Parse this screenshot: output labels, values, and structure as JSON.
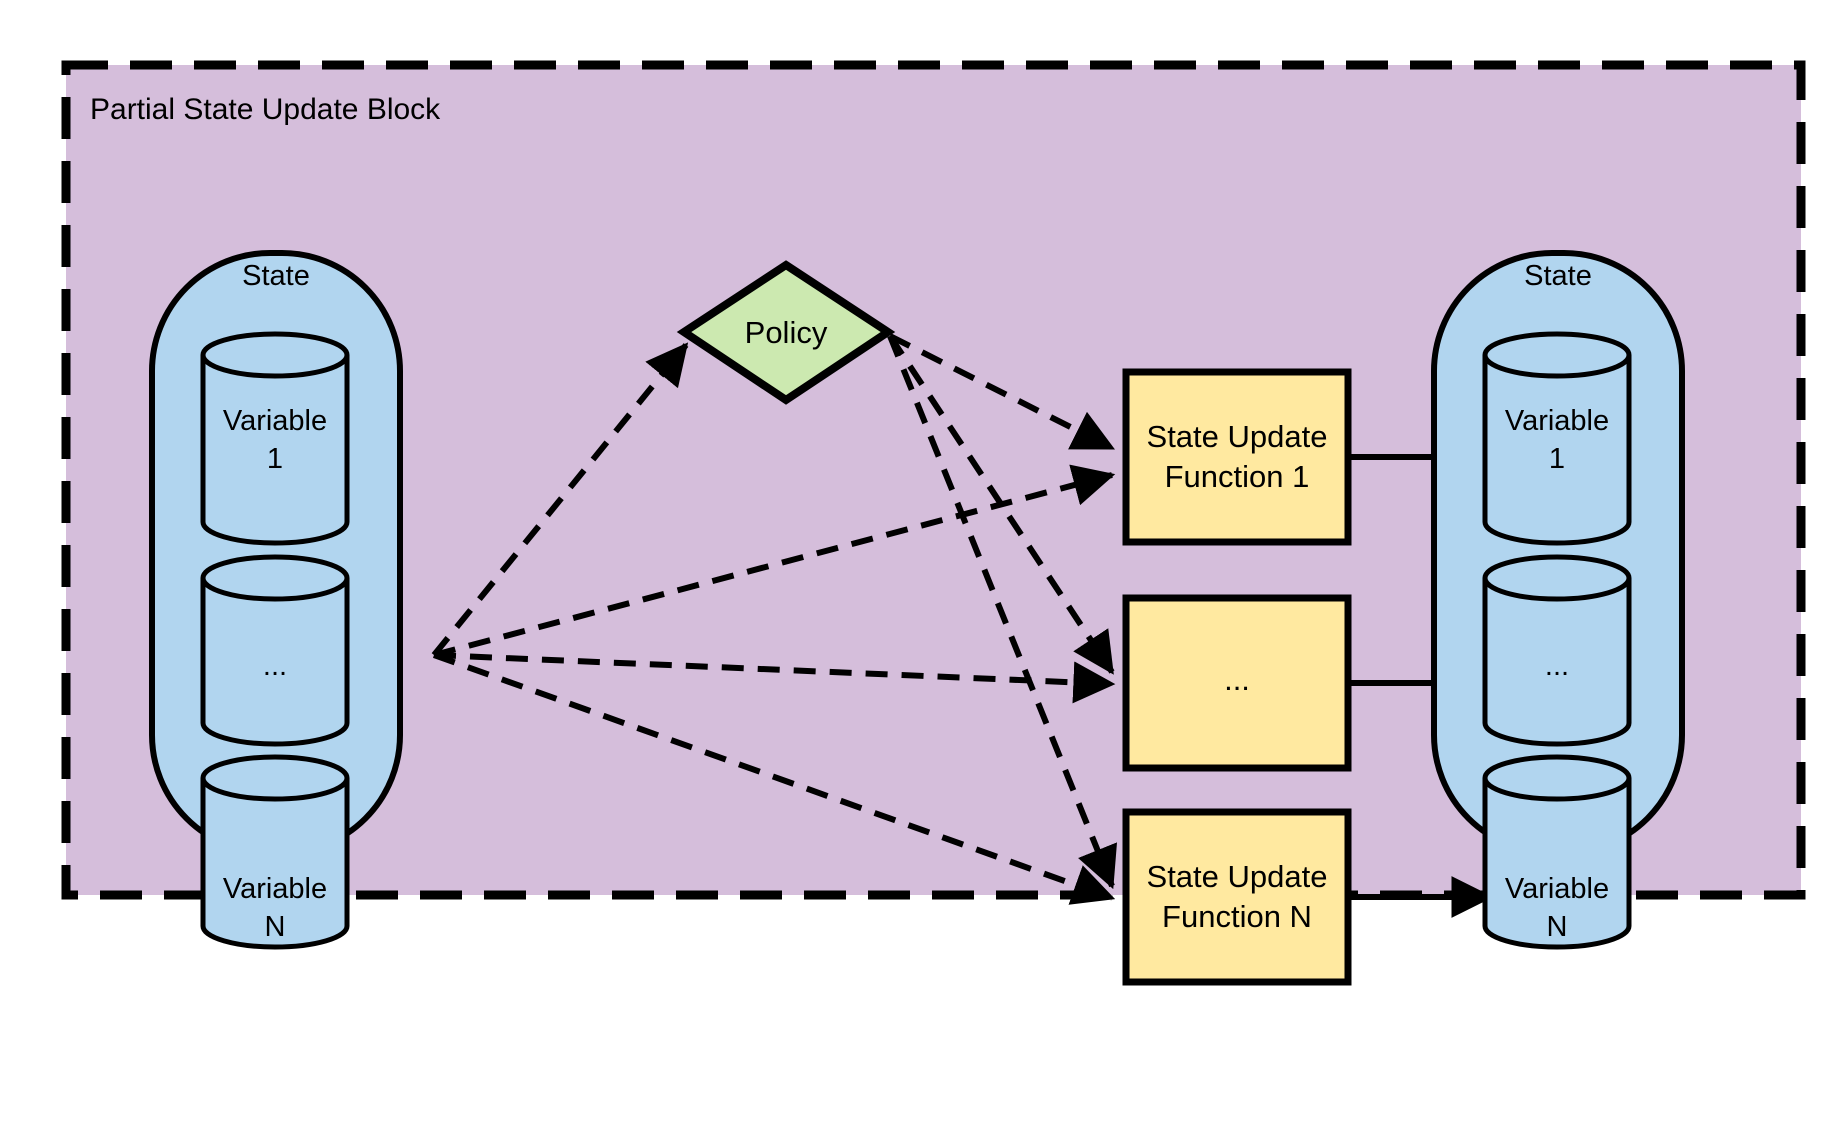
{
  "diagram": {
    "title": "Partial State Update Block",
    "colors": {
      "block_fill": "#d5bedb",
      "block_border": "#000000",
      "state_fill": "#b1d5ef",
      "state_border": "#000000",
      "variable_fill": "#b1d5ef",
      "variable_border": "#000000",
      "policy_fill": "#cce9b0",
      "policy_border": "#000000",
      "function_fill": "#ffe9a0",
      "function_border": "#000000",
      "edge": "#000000",
      "canvas": "#ffffff"
    },
    "input_state": {
      "label": "State",
      "variables": [
        {
          "line1": "Variable",
          "line2": "1"
        },
        {
          "line1": "...",
          "line2": ""
        },
        {
          "line1": "Variable",
          "line2": "N"
        }
      ]
    },
    "policy": {
      "label": "Policy",
      "shape": "diamond"
    },
    "functions": [
      {
        "line1": "State Update",
        "line2": "Function 1"
      },
      {
        "line1": "...",
        "line2": ""
      },
      {
        "line1": "State Update",
        "line2": "Function N"
      }
    ],
    "output_state": {
      "label": "State",
      "variables": [
        {
          "line1": "Variable",
          "line2": "1"
        },
        {
          "line1": "...",
          "line2": ""
        },
        {
          "line1": "Variable",
          "line2": "N"
        }
      ]
    },
    "edges": [
      {
        "from": "input-state",
        "to": "policy",
        "style": "dashed"
      },
      {
        "from": "input-state",
        "to": "state-update-function-1",
        "style": "dashed"
      },
      {
        "from": "input-state",
        "to": "state-update-function-ellipsis",
        "style": "dashed"
      },
      {
        "from": "input-state",
        "to": "state-update-function-n",
        "style": "dashed"
      },
      {
        "from": "policy",
        "to": "state-update-function-1",
        "style": "dashed"
      },
      {
        "from": "policy",
        "to": "state-update-function-ellipsis",
        "style": "dashed"
      },
      {
        "from": "policy",
        "to": "state-update-function-n",
        "style": "dashed"
      },
      {
        "from": "state-update-function-1",
        "to": "output-variable-1",
        "style": "solid"
      },
      {
        "from": "state-update-function-ellipsis",
        "to": "output-variable-ellipsis",
        "style": "solid"
      },
      {
        "from": "state-update-function-n",
        "to": "output-variable-n",
        "style": "solid"
      }
    ]
  }
}
